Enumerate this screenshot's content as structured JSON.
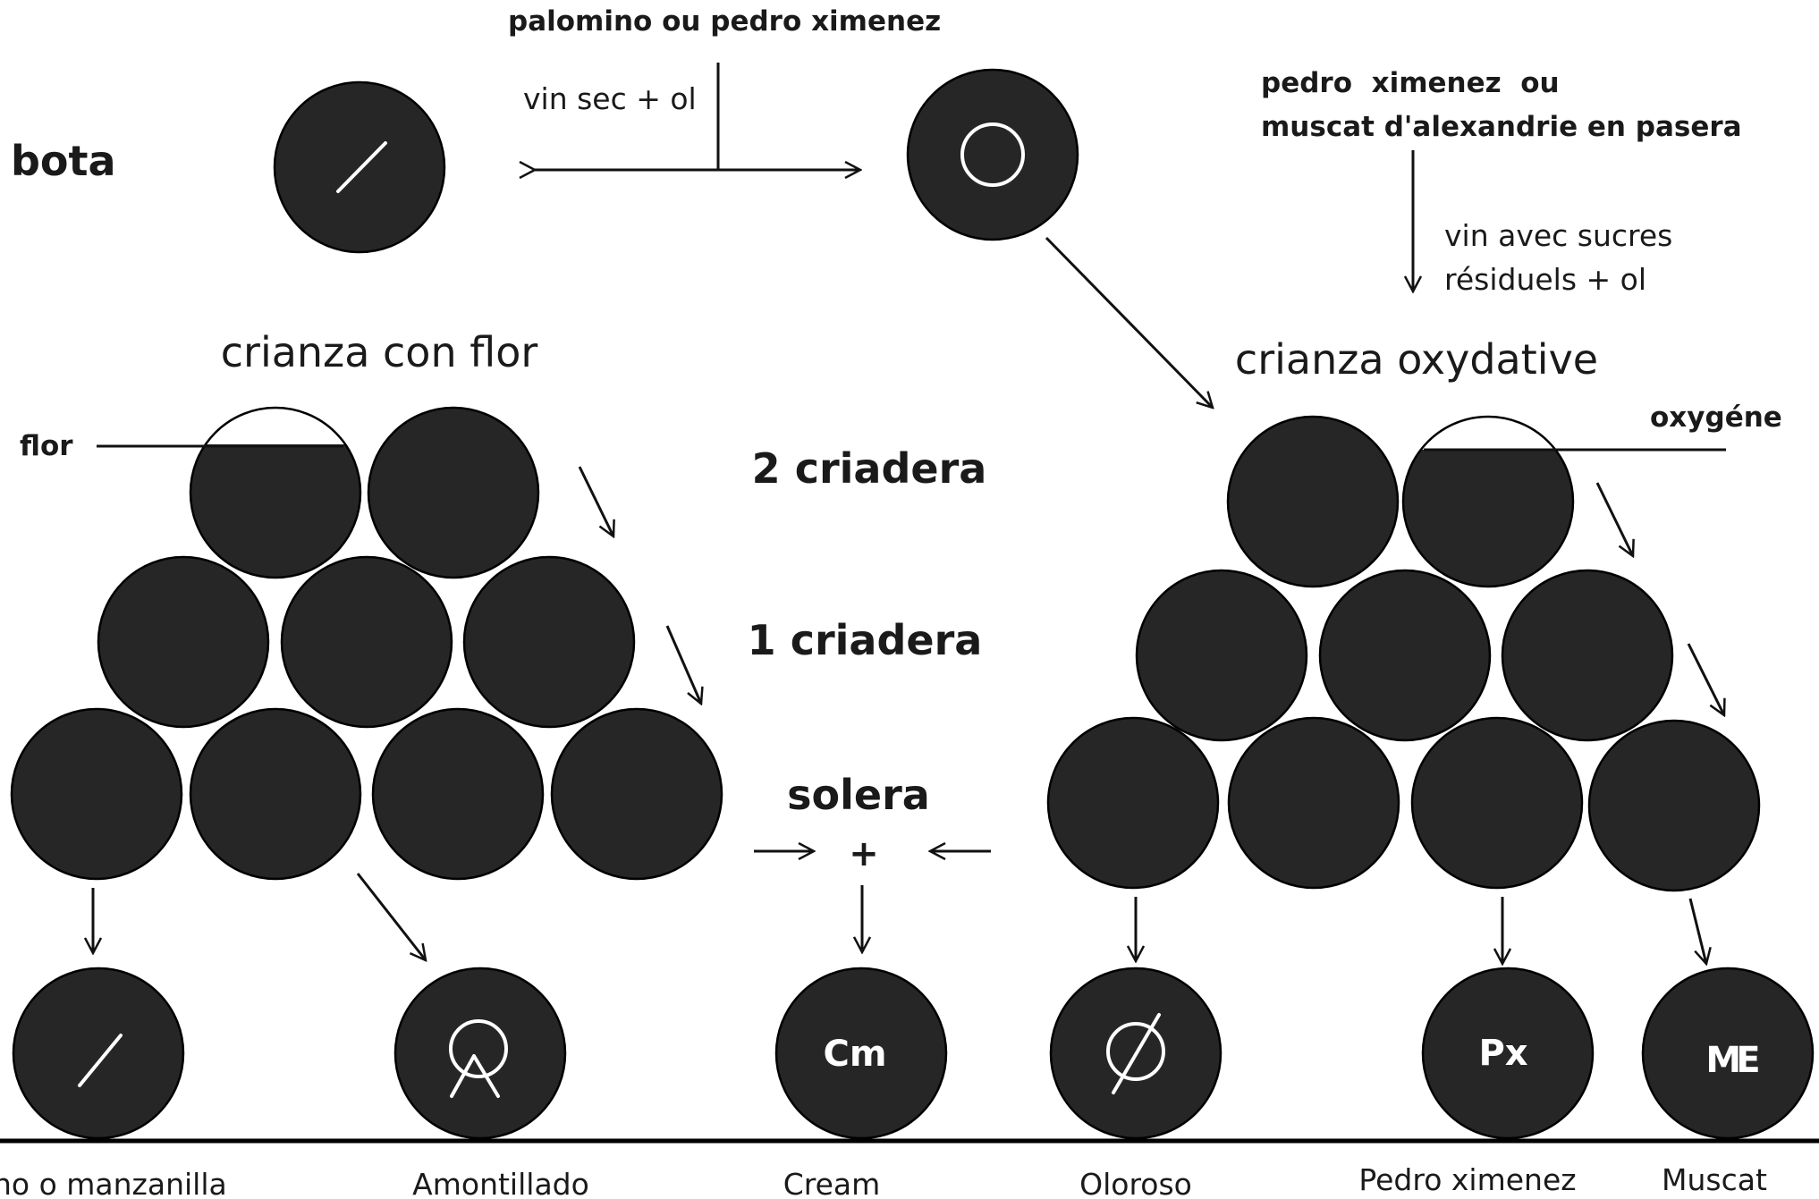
{
  "top": {
    "grape_label": "palomino ou pedro ximenez",
    "dry_label": "vin sec + ol",
    "bota_label": "bota",
    "sweet_grape_line1": "pedro  ximenez  ou",
    "sweet_grape_line2": "muscat d'alexandrie en pasera",
    "residual_line1": "vin avec sucres",
    "residual_line2": "résiduels + ol"
  },
  "left_stack": {
    "title": "crianza con flor",
    "flor_label": "flor"
  },
  "right_stack": {
    "title": "crianza oxydative",
    "oxygen_label": "oxygéne"
  },
  "tiers": {
    "tier2": "2 criadera",
    "tier1": "1 criadera",
    "solera": "solera",
    "plus": "+"
  },
  "products": [
    {
      "name": "Fino o manzanilla",
      "mark": "slash"
    },
    {
      "name": "Amontillado",
      "mark": "circle-with-a"
    },
    {
      "name": "Cream",
      "mark": "Cm"
    },
    {
      "name": "Oloroso",
      "mark": "circle-slash"
    },
    {
      "name": "Pedro ximenez",
      "mark": "Px"
    },
    {
      "name": "Muscat",
      "mark": "ME"
    }
  ],
  "colors": {
    "cask_fill": "#262626",
    "mark_color": "#ffffff",
    "line_color": "#111111"
  }
}
